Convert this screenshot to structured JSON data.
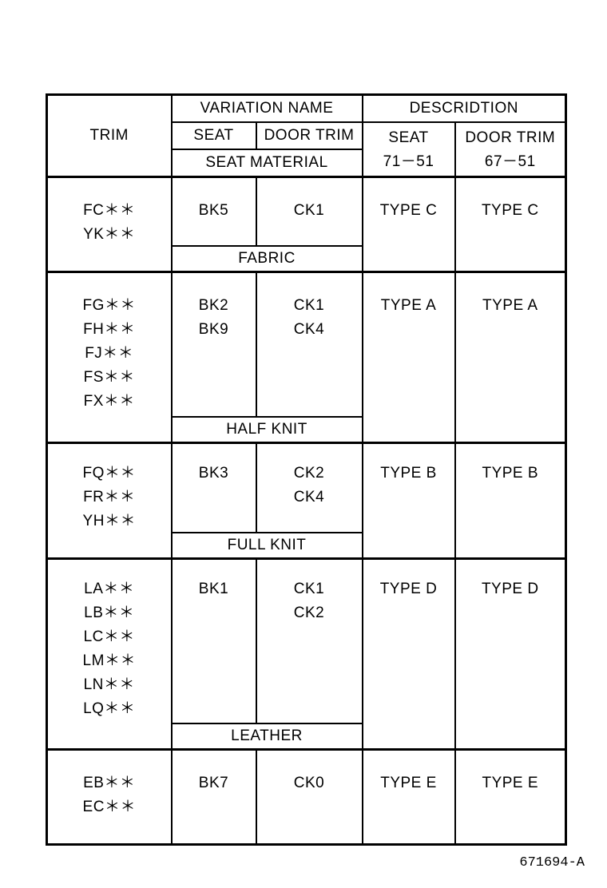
{
  "header": {
    "trim": "TRIM",
    "variation_name": "VARIATION NAME",
    "description": "DESCRIDTION",
    "seat": "SEAT",
    "door_trim": "DOOR TRIM",
    "seat_material": "SEAT MATERIAL",
    "seat_code": "71－51",
    "door_trim_code": "67－51"
  },
  "groups": [
    {
      "trims": [
        "FC＊＊",
        "YK＊＊"
      ],
      "seat": [
        "BK5"
      ],
      "door_trim": [
        "CK1"
      ],
      "material": "FABRIC",
      "desc_seat": "TYPE  C",
      "desc_door_trim": "TYPE  C"
    },
    {
      "trims": [
        "FG＊＊",
        "FH＊＊",
        "FJ＊＊",
        "FS＊＊",
        "FX＊＊"
      ],
      "seat": [
        "BK2",
        "BK9"
      ],
      "door_trim": [
        "CK1",
        "CK4"
      ],
      "material": "HALF KNIT",
      "desc_seat": "TYPE  A",
      "desc_door_trim": "TYPE  A"
    },
    {
      "trims": [
        "FQ＊＊",
        "FR＊＊",
        "YH＊＊"
      ],
      "seat": [
        "BK3"
      ],
      "door_trim": [
        "CK2",
        "CK4"
      ],
      "material": "FULL KNIT",
      "desc_seat": "TYPE  B",
      "desc_door_trim": "TYPE  B"
    },
    {
      "trims": [
        "LA＊＊",
        "LB＊＊",
        "LC＊＊",
        "LM＊＊",
        "LN＊＊",
        "LQ＊＊"
      ],
      "seat": [
        "BK1"
      ],
      "door_trim": [
        "CK1",
        "CK2"
      ],
      "material": "LEATHER",
      "desc_seat": "TYPE  D",
      "desc_door_trim": "TYPE  D"
    },
    {
      "trims": [
        "EB＊＊",
        "EC＊＊"
      ],
      "seat": [
        "BK7"
      ],
      "door_trim": [
        "CK0"
      ],
      "material": "",
      "desc_seat": "TYPE  E",
      "desc_door_trim": "TYPE  E"
    }
  ],
  "figure_code": "671694-A"
}
